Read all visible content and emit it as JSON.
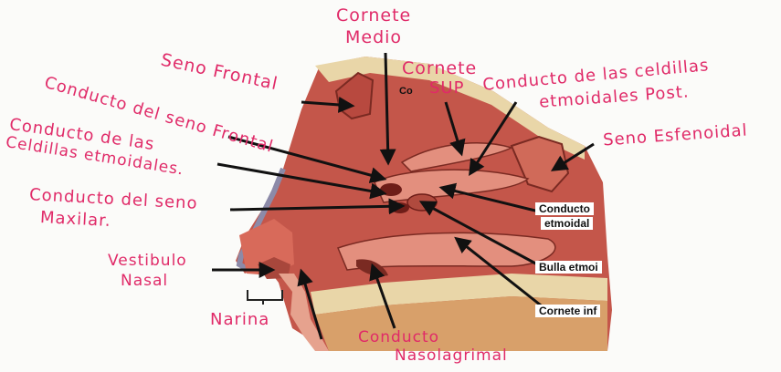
{
  "labels": {
    "cornete_medio_1": "Cornete",
    "cornete_medio_2": "Medio",
    "cornete_sup_1": "Cornete",
    "cornete_sup_2": "SUP",
    "co_fragment": "Co",
    "conducto_post_1": "Conducto de las celdillas",
    "conducto_post_2": "etmoidales Post.",
    "seno_frontal": "Seno Frontal",
    "conducto_seno_frontal": "Conducto del seno Frontal",
    "conducto_celdillas_1": "Conducto de las",
    "conducto_celdillas_2": "Celdillas etmoidales.",
    "conducto_seno_maxilar_1": "Conducto del seno",
    "conducto_seno_maxilar_2": "Maxilar.",
    "seno_esfenoidal": "Seno Esfenoidal",
    "vestibulo_1": "Vestibulo",
    "vestibulo_2": "Nasal",
    "narina": "Narina",
    "nasolagrimal_1": "Conducto",
    "nasolagrimal_2": "Nasolagrimal"
  },
  "printed_labels": {
    "conducto_etmoidal_1": "Conducto",
    "conducto_etmoidal_2": "etmoidal",
    "bulla": "Bulla etmoi",
    "cornete_inf": "Cornete inf"
  },
  "colors": {
    "ink": "#e02a68",
    "tissue": "#c4564a",
    "mucosa": "#e38f7e",
    "bone": "#e9d6a8",
    "dark": "#6e1d18"
  }
}
